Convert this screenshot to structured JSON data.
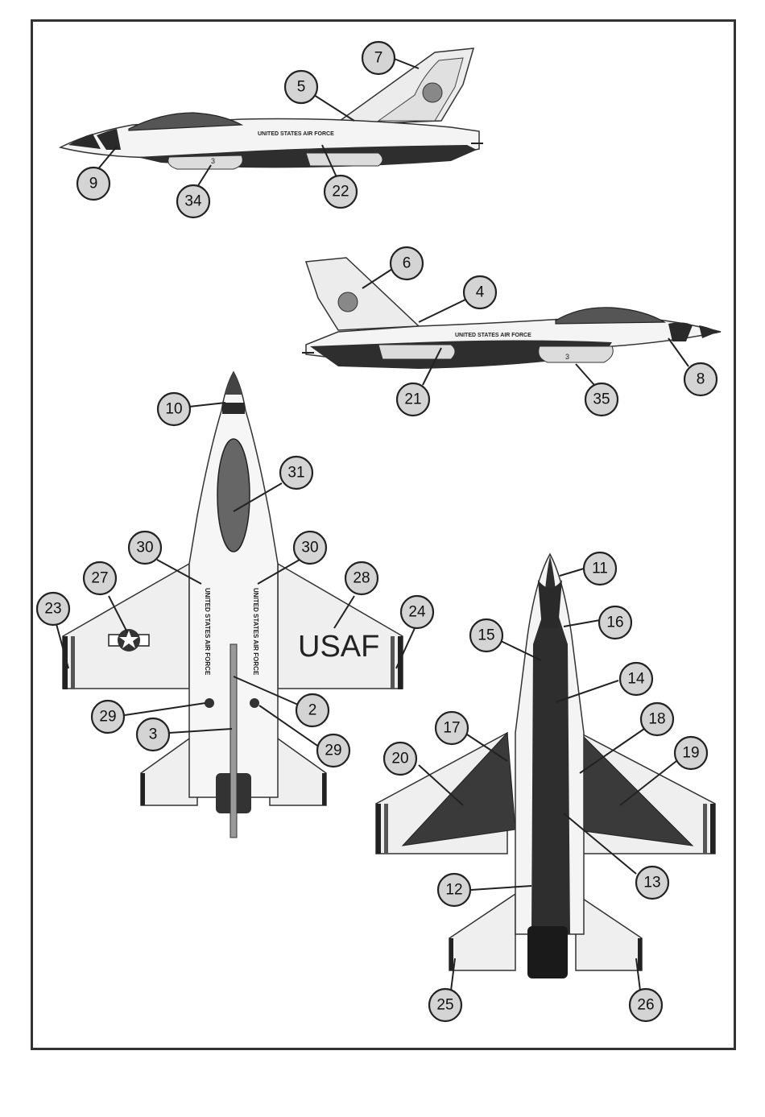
{
  "colors": {
    "frame": "#333333",
    "light": "#ececec",
    "body_white": "#f4f4f4",
    "dark": "#3a3a3a",
    "black": "#1a1a1a",
    "callout_fill": "#d4d4d4"
  },
  "markings": {
    "fuselage_text": "UNITED STATES AIR FORCE",
    "wing_text": "USAF",
    "tail_number": "3"
  },
  "callouts": [
    {
      "id": "c7",
      "label": "7"
    },
    {
      "id": "c5",
      "label": "5"
    },
    {
      "id": "c9",
      "label": "9"
    },
    {
      "id": "c34",
      "label": "34"
    },
    {
      "id": "c22",
      "label": "22"
    },
    {
      "id": "c6",
      "label": "6"
    },
    {
      "id": "c4",
      "label": "4"
    },
    {
      "id": "c8",
      "label": "8"
    },
    {
      "id": "c21",
      "label": "21"
    },
    {
      "id": "c35",
      "label": "35"
    },
    {
      "id": "c10",
      "label": "10"
    },
    {
      "id": "c31",
      "label": "31"
    },
    {
      "id": "c30a",
      "label": "30"
    },
    {
      "id": "c30b",
      "label": "30"
    },
    {
      "id": "c27",
      "label": "27"
    },
    {
      "id": "c28",
      "label": "28"
    },
    {
      "id": "c23",
      "label": "23"
    },
    {
      "id": "c24",
      "label": "24"
    },
    {
      "id": "c2",
      "label": "2"
    },
    {
      "id": "c29a",
      "label": "29"
    },
    {
      "id": "c29b",
      "label": "29"
    },
    {
      "id": "c3",
      "label": "3"
    },
    {
      "id": "c11",
      "label": "11"
    },
    {
      "id": "c16",
      "label": "16"
    },
    {
      "id": "c15",
      "label": "15"
    },
    {
      "id": "c14",
      "label": "14"
    },
    {
      "id": "c17",
      "label": "17"
    },
    {
      "id": "c18",
      "label": "18"
    },
    {
      "id": "c20",
      "label": "20"
    },
    {
      "id": "c19",
      "label": "19"
    },
    {
      "id": "c13",
      "label": "13"
    },
    {
      "id": "c12",
      "label": "12"
    },
    {
      "id": "c25",
      "label": "25"
    },
    {
      "id": "c26",
      "label": "26"
    }
  ]
}
